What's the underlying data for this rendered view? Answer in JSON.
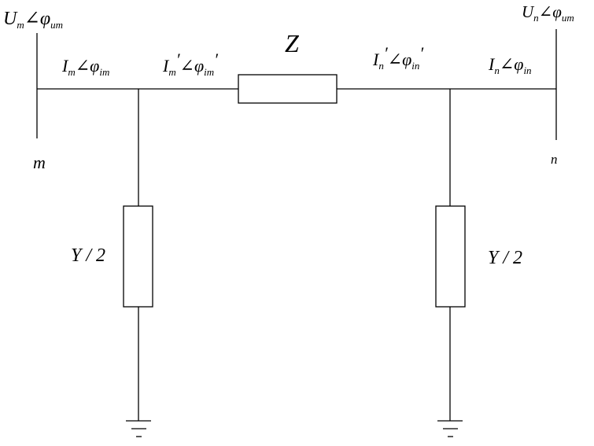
{
  "bus_m": {
    "voltage": {
      "main": "U",
      "sub": "m",
      "angle": "∠φ",
      "angle_sub": "um"
    },
    "name": "m"
  },
  "bus_n": {
    "voltage": {
      "main": "U",
      "sub": "n",
      "angle": "∠φ",
      "angle_sub": "um"
    },
    "name": "n"
  },
  "currents": {
    "m": {
      "main": "I",
      "sub": "m",
      "angle": "∠φ",
      "angle_sub": "im"
    },
    "m_prime": {
      "main": "I",
      "sub": "m",
      "prime": "′",
      "angle": "∠φ",
      "angle_sub": "im",
      "prime2": "′"
    },
    "n_prime": {
      "main": "I",
      "sub": "n",
      "prime": "′",
      "angle": "∠φ",
      "angle_sub": "in",
      "prime2": "′"
    },
    "n": {
      "main": "I",
      "sub": "n",
      "angle": "∠φ",
      "angle_sub": "in"
    }
  },
  "impedance": {
    "label": "Z"
  },
  "shunt_left": {
    "label": "Y / 2"
  },
  "shunt_right": {
    "label": "Y / 2"
  }
}
